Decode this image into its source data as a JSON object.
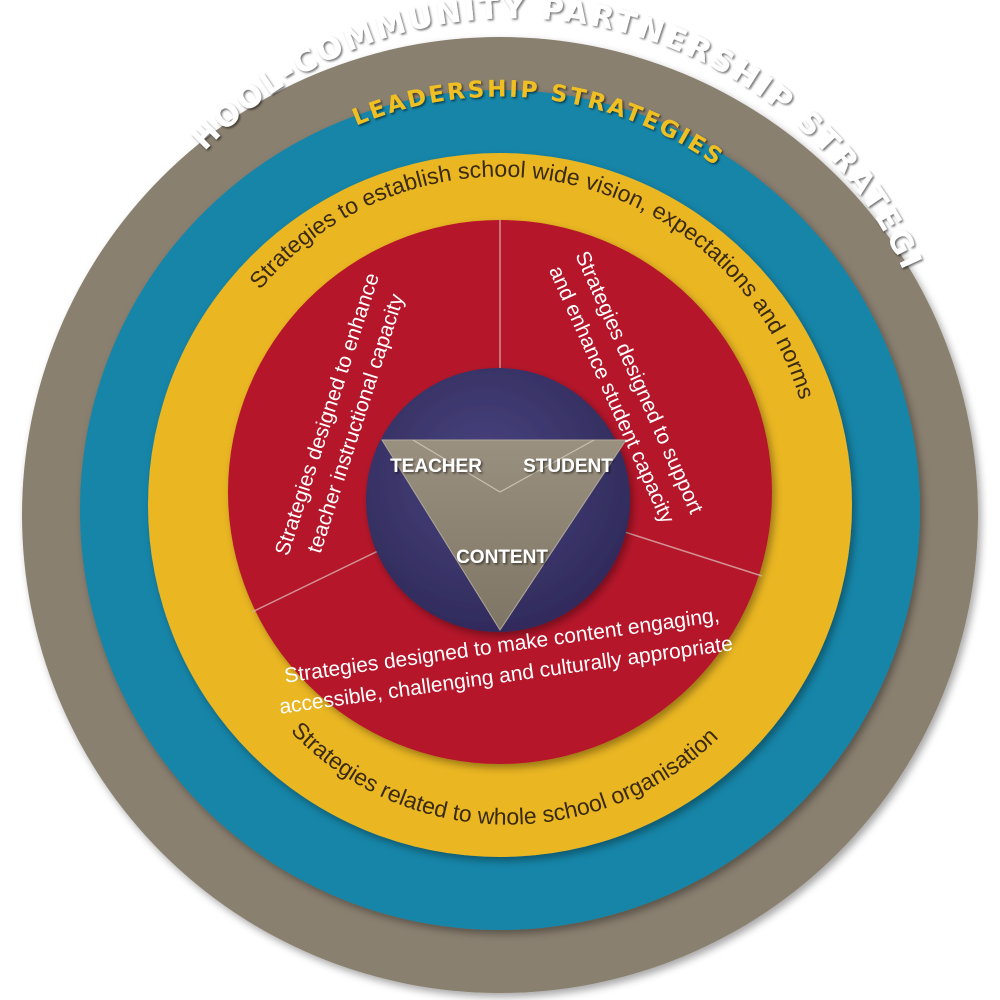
{
  "diagram": {
    "outer_ring_label": "SCHOOL-COMMUNITY PARTNERSHIP STRATEGIES",
    "leadership_label": "LEADERSHIP STRATEGIES",
    "yellow_top_label": "Strategies to establish school wide vision, expectations and norms",
    "yellow_bottom_label": "Strategies related to whole school organisation",
    "red_sectors": {
      "left_line1": "Strategies designed to enhance",
      "left_line2": "teacher instructional capacity",
      "right_line1": "Strategies designed to support",
      "right_line2": "and enhance student capacity",
      "bottom_line1": "Strategies designed to make content engaging,",
      "bottom_line2": "accessible, challenging and culturally appropriate"
    },
    "core": {
      "teacher": "TEACHER",
      "student": "STUDENT",
      "content": "CONTENT"
    }
  },
  "colors": {
    "outer_ring": "#8a8070",
    "blue_ring": "#1485a8",
    "yellow_ring": "#eab624",
    "red_ring": "#b5172a",
    "core": "#3a3468",
    "triangle": "#8a8070",
    "leadership_text": "#f0c020",
    "white_text": "#ffffff"
  }
}
